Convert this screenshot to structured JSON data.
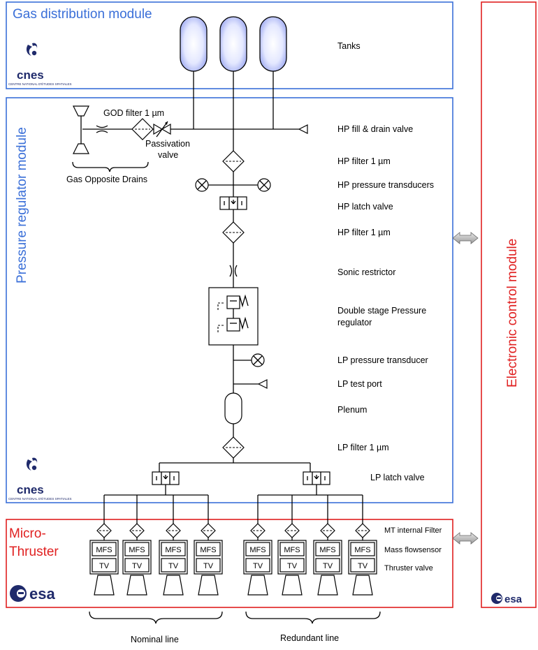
{
  "modules": {
    "gas_distribution": "Gas distribution module",
    "pressure_regulator": "Pressure regulator module",
    "micro_thruster_line1": "Micro-",
    "micro_thruster_line2": "Thruster",
    "electronic_control": "Electronic control module"
  },
  "labels": {
    "tanks": "Tanks",
    "god_filter": "GOD filter 1 µm",
    "passivation_line1": "Passivation",
    "passivation_line2": "valve",
    "gas_opposite_drains": "Gas Opposite Drains",
    "hp_fill_drain": "HP fill & drain valve",
    "hp_filter_1": "HP filter 1 µm",
    "hp_pressure_transducers": "HP pressure transducers",
    "hp_latch_valve": "HP latch valve",
    "hp_filter_2": "HP filter 1 µm",
    "sonic_restrictor": "Sonic restrictor",
    "double_stage_line1": "Double stage Pressure",
    "double_stage_line2": "regulator",
    "lp_pressure_transducer": "LP pressure transducer",
    "lp_test_port": "LP test port",
    "plenum": "Plenum",
    "lp_filter": "LP filter 1 µm",
    "lp_latch_valve": "LP latch valve",
    "mt_internal_filter": "MT internal Filter",
    "mass_flowsensor": "Mass flowsensor",
    "thruster_valve": "Thruster valve",
    "nominal_line": "Nominal line",
    "redundant_line": "Redundant line"
  },
  "thruster": {
    "mfs_label": "MFS",
    "tv_label": "TV"
  },
  "logos": {
    "cnes_text": "cnes",
    "cnes_subtitle": "CENTRE NATIONAL D'ÉTUDES SPATIALES",
    "esa_text": "esa"
  },
  "colors": {
    "module_blue": "#3a6fd8",
    "module_red": "#e02020",
    "logo_navy": "#1f2a6b"
  }
}
